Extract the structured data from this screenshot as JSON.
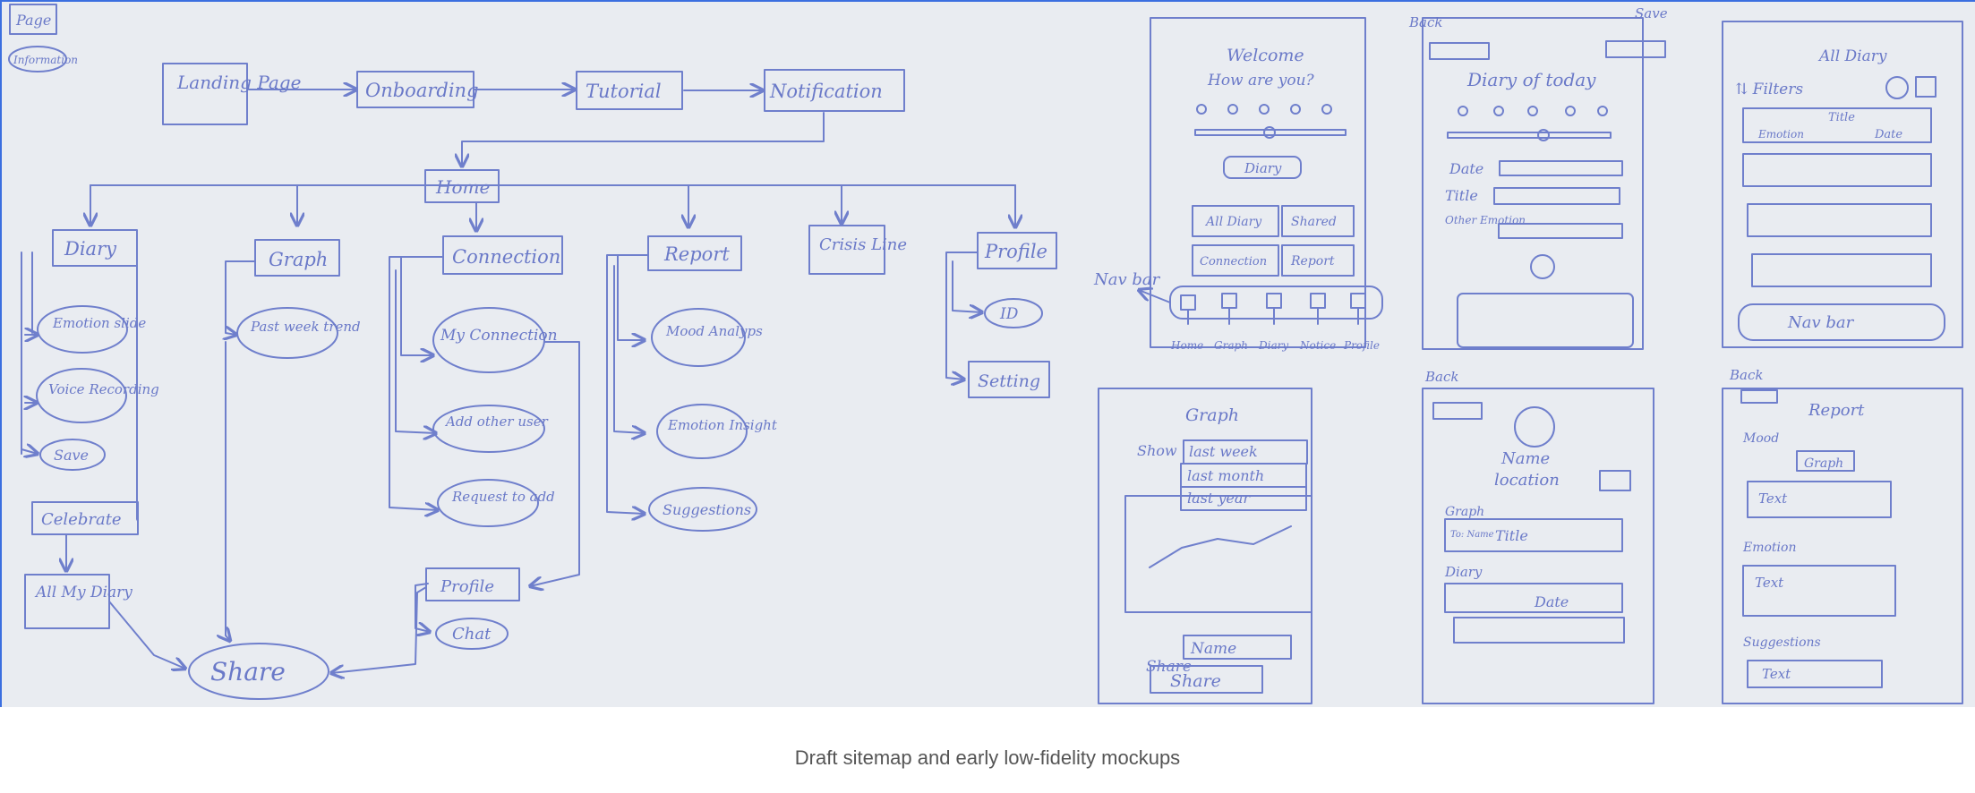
{
  "caption": "Draft sitemap and early low-fidelity mockups",
  "legend": {
    "page": "Page",
    "information": "Information"
  },
  "sitemap": {
    "landing": "Landing Page",
    "onboarding": "Onboarding",
    "tutorial": "Tutorial",
    "notification": "Notification",
    "home": "Home",
    "diary": "Diary",
    "emotion_slide": "Emotion slide",
    "voice_recording": "Voice Recording",
    "save": "Save",
    "celebrate": "Celebrate",
    "all_my_diary": "All My Diary",
    "share": "Share",
    "graph": "Graph",
    "past_week_trend": "Past week trend",
    "connection": "Connection",
    "my_connection": "My Connection",
    "add_other_user": "Add other user",
    "request_to_add": "Request to add",
    "conn_profile": "Profile",
    "chat": "Chat",
    "report": "Report",
    "mood_analysis": "Mood Analyps",
    "emotion_insight": "Emotion Insight",
    "suggestions": "Suggestions",
    "crisis_line": "Crisis Line",
    "profile": "Profile",
    "id": "ID",
    "setting": "Setting"
  },
  "welcome": {
    "title": "Welcome",
    "question": "How are you?",
    "diary_btn": "Diary",
    "all_diary": "All Diary",
    "shared": "Shared",
    "connection": "Connection",
    "report": "Report",
    "nav_bar_label": "Nav bar",
    "nav_labels": [
      "Home",
      "Graph",
      "Diary",
      "Notice",
      "Profile"
    ]
  },
  "diary_today": {
    "back": "Back",
    "save": "Save",
    "title": "Diary of today",
    "date": "Date",
    "title_field": "Title",
    "other_emotion": "Other Emotion"
  },
  "all_diary": {
    "title": "All Diary",
    "filters": "Filters",
    "row_title": "Title",
    "row_emotion": "Emotion",
    "row_date": "Date",
    "nav_bar": "Nav bar"
  },
  "graph_screen": {
    "title": "Graph",
    "show": "Show",
    "last_week": "last week",
    "last_month": "last month",
    "last_year": "last year",
    "share": "Share",
    "name": "Name",
    "share_btn": "Share"
  },
  "contact": {
    "back": "Back",
    "name": "Name",
    "location": "location",
    "graph": "Graph",
    "to_name": "To: Name",
    "title": "Title",
    "diary": "Diary",
    "date": "Date"
  },
  "report_screen": {
    "back": "Back",
    "title": "Report",
    "mood": "Mood",
    "graph": "Graph",
    "text1": "Text",
    "emotion": "Emotion",
    "text2": "Text",
    "suggestions": "Suggestions",
    "text3": "Text"
  }
}
